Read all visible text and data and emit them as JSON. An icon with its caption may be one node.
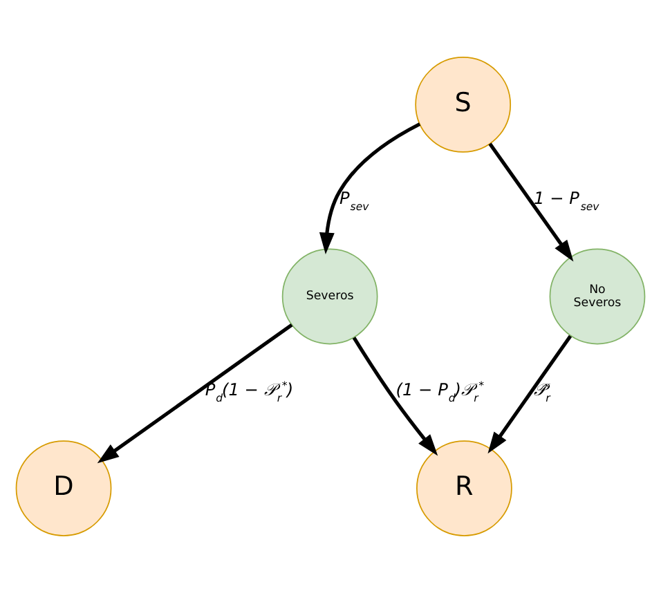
{
  "diagram": {
    "nodes": [
      {
        "text": [
          "S"
        ]
      },
      {
        "text": [
          "Severos"
        ]
      },
      {
        "text": [
          "No Severos"
        ]
      },
      {
        "text": [
          "D"
        ]
      },
      {
        "text": [
          "R"
        ]
      }
    ],
    "edges": [
      {
        "from": 0,
        "to": 1,
        "arrow": "to",
        "label": "P$_{sev}$"
      },
      {
        "from": 0,
        "to": 2,
        "arrow": "to",
        "label": "1 − P$_{sev}$"
      },
      {
        "from": 1,
        "to": 3,
        "arrow": "to",
        "label": "P$_{d}$(1 − 𝒫$_{r}$$^{*}$)"
      },
      {
        "from": 1,
        "to": 4,
        "arrow": "to",
        "label": "(1 − P$_{d}$)𝒫$_{r}$$^{*}$"
      },
      {
        "from": 2,
        "to": 4,
        "arrow": "to",
        "label": "𝒫̂$_{r}$"
      }
    ]
  }
}
